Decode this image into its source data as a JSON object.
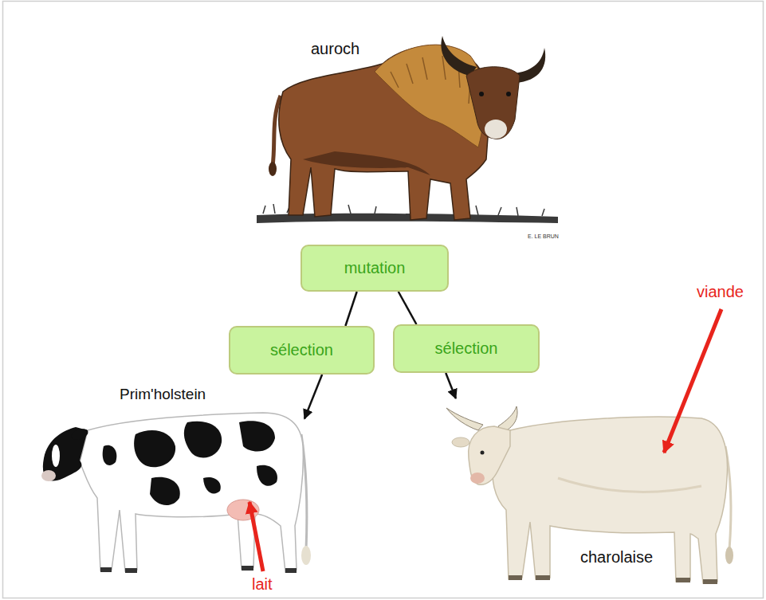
{
  "diagram": {
    "nodes": [
      {
        "text": [
          "auroch"
        ]
      },
      {
        "text": [
          "mutation"
        ]
      },
      {
        "text": [
          "sélection"
        ]
      },
      {
        "text": [
          "sélection"
        ]
      },
      {
        "text": [
          "Prim'holstein"
        ]
      },
      {
        "text": [
          "charolaise"
        ]
      }
    ],
    "edges": [
      {
        "from": 1,
        "to": 2,
        "arrow": "none"
      },
      {
        "from": 1,
        "to": 3,
        "arrow": "none"
      },
      {
        "from": 2,
        "to": 4,
        "arrow": "to"
      },
      {
        "from": 3,
        "to": 5,
        "arrow": "to"
      }
    ],
    "labels": [
      "lait",
      "viande",
      "E. LE BRUN"
    ]
  }
}
